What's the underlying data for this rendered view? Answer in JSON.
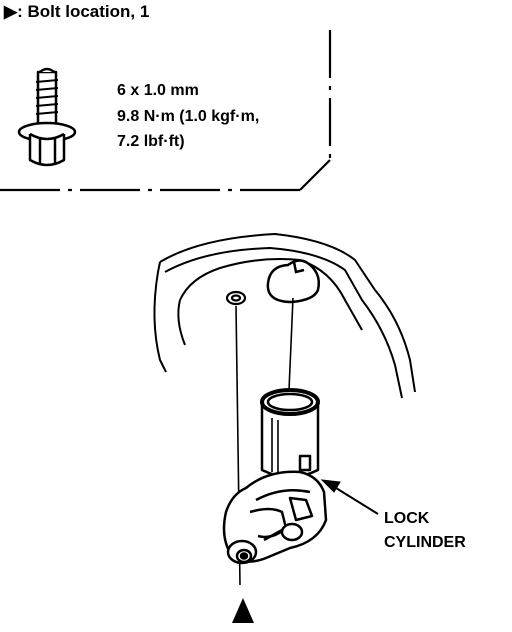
{
  "legend": {
    "text": "▶: Bolt location, 1"
  },
  "bolt_spec": {
    "size": "6 x 1.0 mm",
    "torque_line1": "9.8 N·m (1.0 kgf·m,",
    "torque_line2": "7.2 lbf·ft)"
  },
  "callout": {
    "line1": "LOCK",
    "line2": "CYLINDER"
  },
  "icons": [
    "bolt-icon",
    "bolt-location-arrow-icon"
  ],
  "colors": {
    "ink": "#000000",
    "paper": "#ffffff"
  }
}
